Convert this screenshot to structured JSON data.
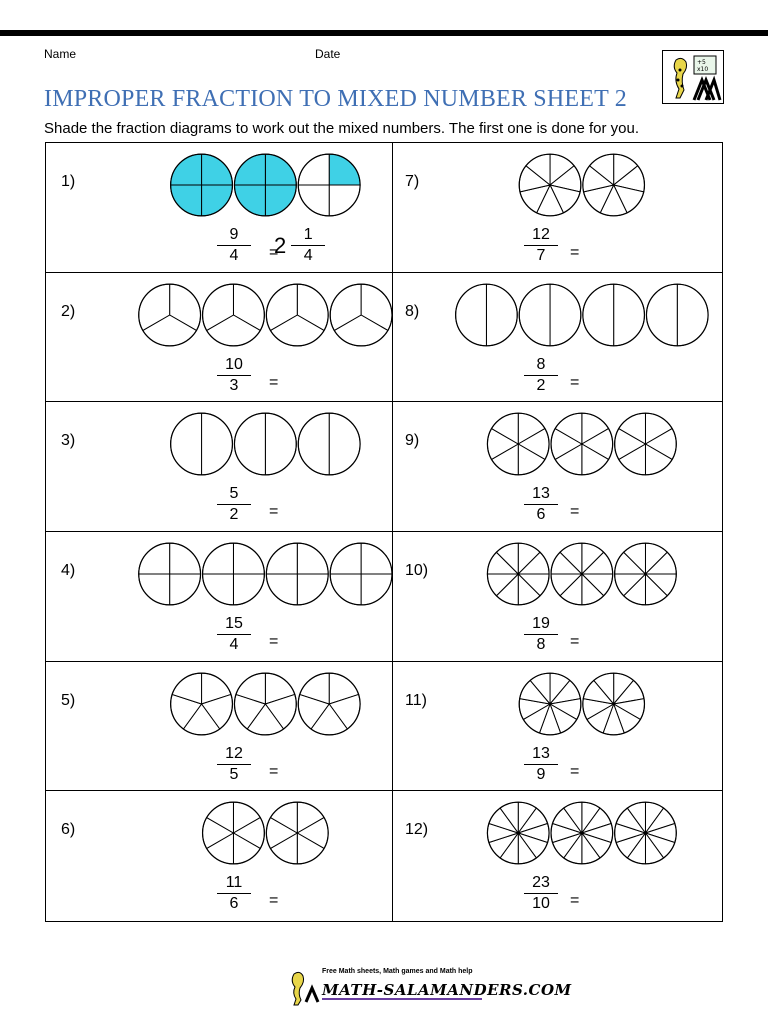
{
  "header": {
    "name_label": "Name",
    "date_label": "Date",
    "title": "IMPROPER FRACTION TO MIXED NUMBER SHEET 2",
    "instructions": "Shade the fraction diagrams to work out the mixed numbers. The first one is done for you."
  },
  "colors": {
    "title": "#3f6fb4",
    "shade": "#3fd1e6"
  },
  "problems": [
    {
      "label": "1)",
      "numerator": "9",
      "denominator": "4",
      "equals": "=",
      "circles": 3,
      "slices": 4,
      "shaded": 9,
      "answer": {
        "whole": "2",
        "numerator": "1",
        "denominator": "4"
      }
    },
    {
      "label": "2)",
      "numerator": "10",
      "denominator": "3",
      "equals": "=",
      "circles": 4,
      "slices": 3,
      "shaded": 0
    },
    {
      "label": "3)",
      "numerator": "5",
      "denominator": "2",
      "equals": "=",
      "circles": 3,
      "slices": 2,
      "shaded": 0
    },
    {
      "label": "4)",
      "numerator": "15",
      "denominator": "4",
      "equals": "=",
      "circles": 4,
      "slices": 4,
      "shaded": 0
    },
    {
      "label": "5)",
      "numerator": "12",
      "denominator": "5",
      "equals": "=",
      "circles": 3,
      "slices": 5,
      "shaded": 0
    },
    {
      "label": "6)",
      "numerator": "11",
      "denominator": "6",
      "equals": "=",
      "circles": 2,
      "slices": 6,
      "shaded": 0
    },
    {
      "label": "7)",
      "numerator": "12",
      "denominator": "7",
      "equals": "=",
      "circles": 2,
      "slices": 7,
      "shaded": 0
    },
    {
      "label": "8)",
      "numerator": "8",
      "denominator": "2",
      "equals": "=",
      "circles": 4,
      "slices": 2,
      "shaded": 0
    },
    {
      "label": "9)",
      "numerator": "13",
      "denominator": "6",
      "equals": "=",
      "circles": 3,
      "slices": 6,
      "shaded": 0
    },
    {
      "label": "10)",
      "numerator": "19",
      "denominator": "8",
      "equals": "=",
      "circles": 3,
      "slices": 8,
      "shaded": 0
    },
    {
      "label": "11)",
      "numerator": "13",
      "denominator": "9",
      "equals": "=",
      "circles": 2,
      "slices": 9,
      "shaded": 0
    },
    {
      "label": "12)",
      "numerator": "23",
      "denominator": "10",
      "equals": "=",
      "circles": 3,
      "slices": 10,
      "shaded": 0
    }
  ],
  "footer": {
    "tagline": "Free Math sheets, Math games and Math help",
    "site": "MATH-SALAMANDERS.COM"
  }
}
